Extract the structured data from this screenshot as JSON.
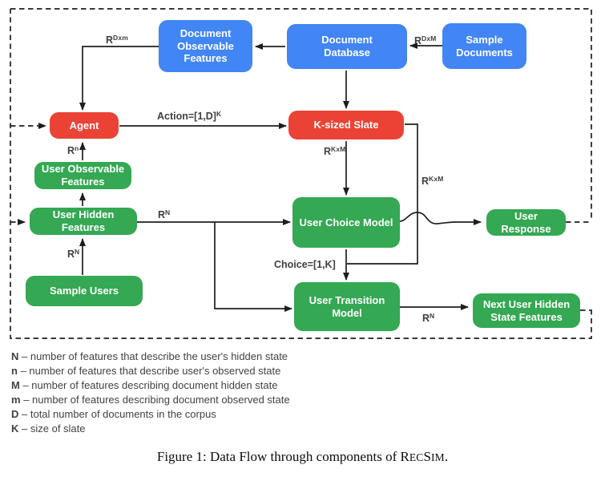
{
  "palette": {
    "document_blue": "#4285F4",
    "action_red": "#EA4335",
    "user_green": "#34A853",
    "wire_black": "#1e1e1e",
    "label_gray": "#3C4043"
  },
  "diagram": {
    "nodes": {
      "doc_observable": {
        "label": "Document Observable Features",
        "color": "#4285F4"
      },
      "doc_database": {
        "label": "Document Database",
        "color": "#4285F4"
      },
      "sample_documents": {
        "label": "Sample Documents",
        "color": "#4285F4"
      },
      "agent": {
        "label": "Agent",
        "color": "#EA4335"
      },
      "k_sized_slate": {
        "label": "K-sized Slate",
        "color": "#EA4335"
      },
      "user_observable": {
        "label": "User Observable Features",
        "color": "#34A853"
      },
      "user_hidden": {
        "label": "User Hidden Features",
        "color": "#34A853"
      },
      "sample_users": {
        "label": "Sample Users",
        "color": "#34A853"
      },
      "user_choice": {
        "label": "User Choice Model",
        "color": "#34A853"
      },
      "user_transition": {
        "label": "User Transition Model",
        "color": "#34A853"
      },
      "user_response": {
        "label": "User Response",
        "color": "#34A853"
      },
      "next_user_hidden": {
        "label": "Next User Hidden State Features",
        "color": "#34A853"
      }
    },
    "edge_labels": {
      "r_dxm": {
        "base": "R",
        "sup": "Dxm"
      },
      "r_dxM": {
        "base": "R",
        "sup": "DxM"
      },
      "action": {
        "base": "Action=[1,D]",
        "sup": "K"
      },
      "r_n": {
        "base": "R",
        "sup": "n"
      },
      "r_kxm_mid": {
        "base": "R",
        "sup": "KxM"
      },
      "r_kxm_right": {
        "base": "R",
        "sup": "KxM"
      },
      "r_N_hidden": {
        "base": "R",
        "sup": "N"
      },
      "r_N_sample": {
        "base": "R",
        "sup": "N"
      },
      "choice": {
        "base": "Choice=[1,K]",
        "sup": ""
      },
      "r_N_next": {
        "base": "R",
        "sup": "N"
      }
    }
  },
  "legend": {
    "items": [
      {
        "key": "N",
        "text": "– number of features that describe the user's hidden state"
      },
      {
        "key": "n",
        "text": "– number of features that describe user's observed state"
      },
      {
        "key": "M",
        "text": "– number of features describing document hidden state"
      },
      {
        "key": "m",
        "text": "– number of features describing document observed state"
      },
      {
        "key": "D",
        "text": "– total number of documents in the corpus"
      },
      {
        "key": "K",
        "text": "– size of slate"
      }
    ]
  },
  "caption": {
    "prefix": "Figure 1: Data Flow through components of ",
    "brand_r": "R",
    "brand_ec": "EC",
    "brand_s": "S",
    "brand_im": "IM",
    "suffix": "."
  }
}
